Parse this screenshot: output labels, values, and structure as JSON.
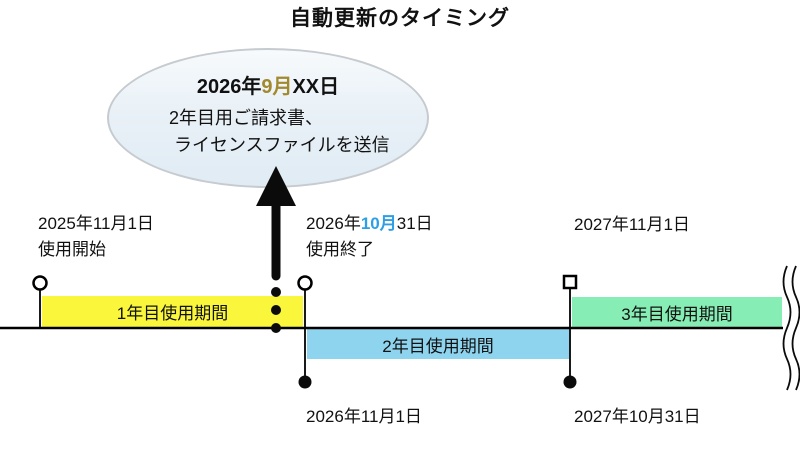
{
  "title": "自動更新のタイミング",
  "balloon": {
    "line1_prefix": "2026年",
    "line1_highlight": "9月",
    "line1_suffix": "XX日",
    "line2": "2年目用ご請求書、",
    "line3": "ライセンスファイルを送信",
    "highlight_color": "#a1892e"
  },
  "annotations": {
    "start": {
      "date": "2025年11月1日",
      "caption": "使用開始"
    },
    "end": {
      "date_prefix": "2026年",
      "date_highlight": "10月",
      "date_suffix": "31日",
      "caption": "使用終了",
      "highlight_color": "#2f9fe3"
    },
    "year3_start": {
      "date": "2027年11月1日"
    },
    "year2_start": {
      "date": "2026年11月1日"
    },
    "year2_end": {
      "date": "2027年10月31日"
    }
  },
  "bars": {
    "year1": {
      "label": "1年目使用期間",
      "color": "#f9f63b"
    },
    "year2": {
      "label": "2年目使用期間",
      "color": "#8ed4ef"
    },
    "year3": {
      "label": "3年目使用期間",
      "color": "#86eeb4"
    }
  }
}
